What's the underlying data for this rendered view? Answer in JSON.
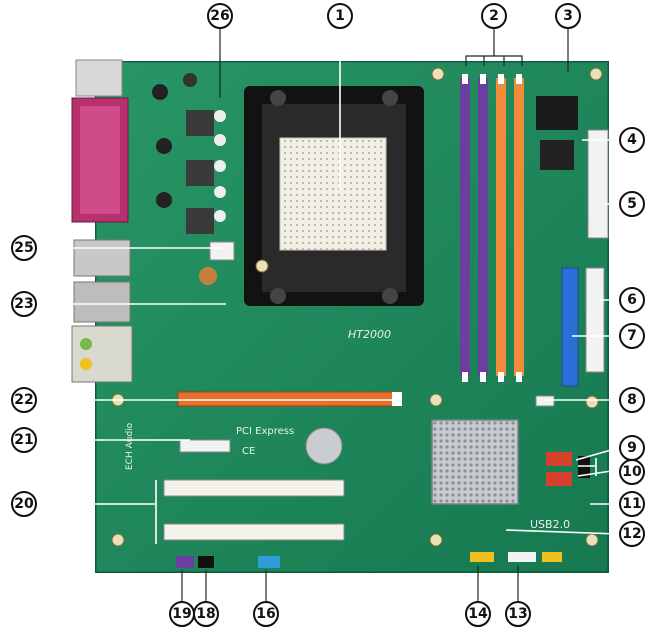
{
  "board": {
    "pcb_color": "#1f8a5c",
    "silkscreen": {
      "chipset_label": "HT2000",
      "slot_label": "PCI Express",
      "usb_label": "USB2.0",
      "audio_label": "ECH Audio",
      "ce_mark": "CE"
    }
  },
  "callouts": [
    {
      "id": "1",
      "label": "1"
    },
    {
      "id": "2",
      "label": "2"
    },
    {
      "id": "3",
      "label": "3"
    },
    {
      "id": "4",
      "label": "4"
    },
    {
      "id": "5",
      "label": "5"
    },
    {
      "id": "6",
      "label": "6"
    },
    {
      "id": "7",
      "label": "7"
    },
    {
      "id": "8",
      "label": "8"
    },
    {
      "id": "9",
      "label": "9"
    },
    {
      "id": "10",
      "label": "10"
    },
    {
      "id": "11",
      "label": "11"
    },
    {
      "id": "12",
      "label": "12"
    },
    {
      "id": "13",
      "label": "13"
    },
    {
      "id": "14",
      "label": "14"
    },
    {
      "id": "16",
      "label": "16"
    },
    {
      "id": "18",
      "label": "18"
    },
    {
      "id": "19",
      "label": "19"
    },
    {
      "id": "20",
      "label": "20"
    },
    {
      "id": "21",
      "label": "21"
    },
    {
      "id": "22",
      "label": "22"
    },
    {
      "id": "23",
      "label": "23"
    },
    {
      "id": "25",
      "label": "25"
    },
    {
      "id": "26",
      "label": "26"
    }
  ],
  "colors": {
    "dimm_purple": "#6b3fa0",
    "dimm_orange": "#f08a3c",
    "pcie_orange": "#e8702a",
    "ide_blue": "#2d6fd8",
    "sata_red": "#d8402e",
    "socket_white": "#f4f2ea",
    "lpt_magenta": "#b8306e"
  }
}
